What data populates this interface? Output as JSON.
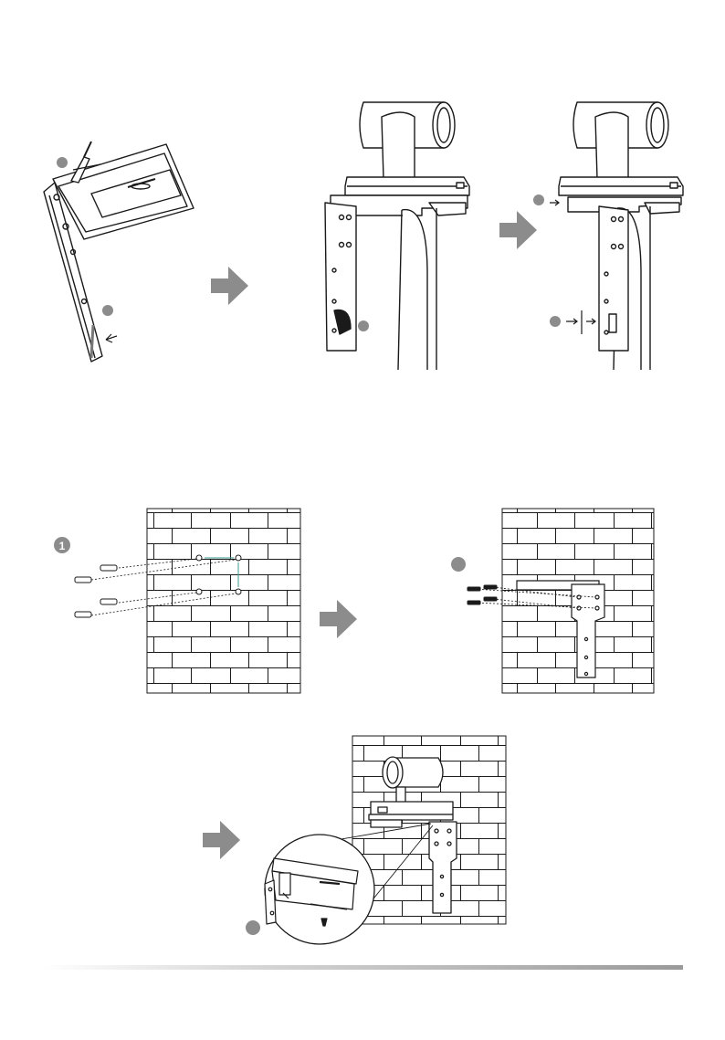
{
  "page": {
    "step_markers": [
      {
        "id": "s1",
        "label": "",
        "filled": true
      },
      {
        "id": "s2",
        "label": "",
        "filled": true
      },
      {
        "id": "s3",
        "label": "",
        "filled": true
      },
      {
        "id": "s4",
        "label": "",
        "filled": true
      },
      {
        "id": "s5",
        "label": "",
        "filled": true
      },
      {
        "id": "s6",
        "label": "1",
        "filled": true
      },
      {
        "id": "s7",
        "label": "",
        "filled": true
      },
      {
        "id": "s8",
        "label": "",
        "filled": true
      }
    ]
  },
  "colors": {
    "line": "#1a1a1a",
    "arrow": "#8c8c8c",
    "marker": "#8c8c8c",
    "guide": "#3a9a8a",
    "wall_bg": "#ffffff"
  }
}
